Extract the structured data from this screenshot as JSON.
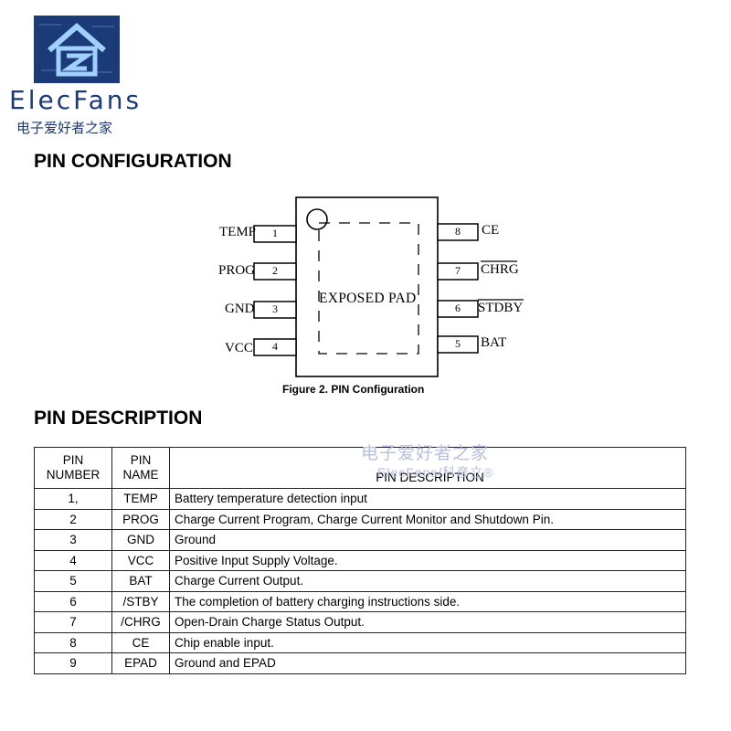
{
  "logo": {
    "brand": "ElecFans",
    "subtitle": "电子爱好者之家",
    "colors": {
      "primary": "#1b3a78"
    }
  },
  "headings": {
    "pin_configuration": "PIN CONFIGURATION",
    "pin_description": "PIN DESCRIPTION"
  },
  "diagram": {
    "pad_label": "EXPOSED PAD",
    "left_pins": [
      {
        "name": "TEMP",
        "number": "1"
      },
      {
        "name": "PROG",
        "number": "2"
      },
      {
        "name": "GND",
        "number": "3"
      },
      {
        "name": "VCC",
        "number": "4"
      }
    ],
    "right_pins": [
      {
        "name": "CE",
        "number": "8"
      },
      {
        "name": "CHRG",
        "number": "7"
      },
      {
        "name": "STDBY",
        "number": "6"
      },
      {
        "name": "BAT",
        "number": "5"
      }
    ],
    "caption": "Figure 2.  PIN Configuration"
  },
  "watermark": {
    "line1": "电子爱好者之家",
    "line2": "ElecFans/科彦立®"
  },
  "table": {
    "headers": {
      "number": "PIN\nNUMBER",
      "name": "PIN\nNAME",
      "description": "PIN DESCRIPTION"
    },
    "rows": [
      {
        "number": "1,",
        "name": "TEMP",
        "description": "Battery temperature detection input"
      },
      {
        "number": "2",
        "name": "PROG",
        "description": "Charge Current Program, Charge Current Monitor and Shutdown Pin."
      },
      {
        "number": "3",
        "name": "GND",
        "description": "Ground"
      },
      {
        "number": "4",
        "name": "VCC",
        "description": "Positive Input Supply Voltage."
      },
      {
        "number": "5",
        "name": "BAT",
        "description": "Charge Current Output."
      },
      {
        "number": "6",
        "name": "/STBY",
        "description": "The completion of battery charging instructions side."
      },
      {
        "number": "7",
        "name": "/CHRG",
        "description": "Open-Drain Charge Status Output."
      },
      {
        "number": "8",
        "name": "CE",
        "description": "Chip enable input."
      },
      {
        "number": "9",
        "name": "EPAD",
        "description": "Ground and EPAD"
      }
    ]
  }
}
